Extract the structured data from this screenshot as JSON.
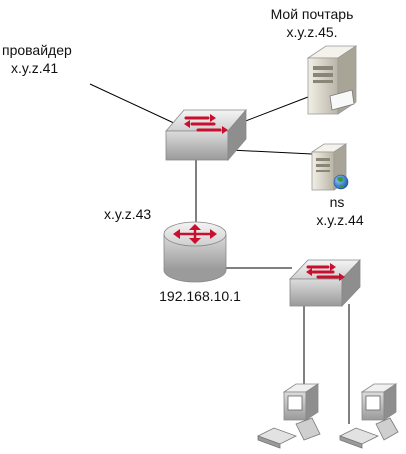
{
  "labels": {
    "provider_name": "провайдер",
    "provider_ip": "x.y.z.41",
    "mail_name": "Мой почтарь",
    "mail_ip": "x.y.z.45.",
    "ns_name": "ns",
    "ns_ip": "x.y.z.44",
    "router_wan_ip": "x.y.z.43",
    "router_lan_ip": "192.168.10.1"
  },
  "colors": {
    "line": "#000000",
    "device_gray": "#d4d4d4",
    "arrow_red": "#c8102e",
    "server_beige": "#e8e4d8",
    "globe_blue": "#2a6fc9",
    "globe_green": "#3a9a3a"
  },
  "icons": [
    "switch-icon",
    "router-icon",
    "server-icon",
    "workstation-icon",
    "globe-icon"
  ]
}
